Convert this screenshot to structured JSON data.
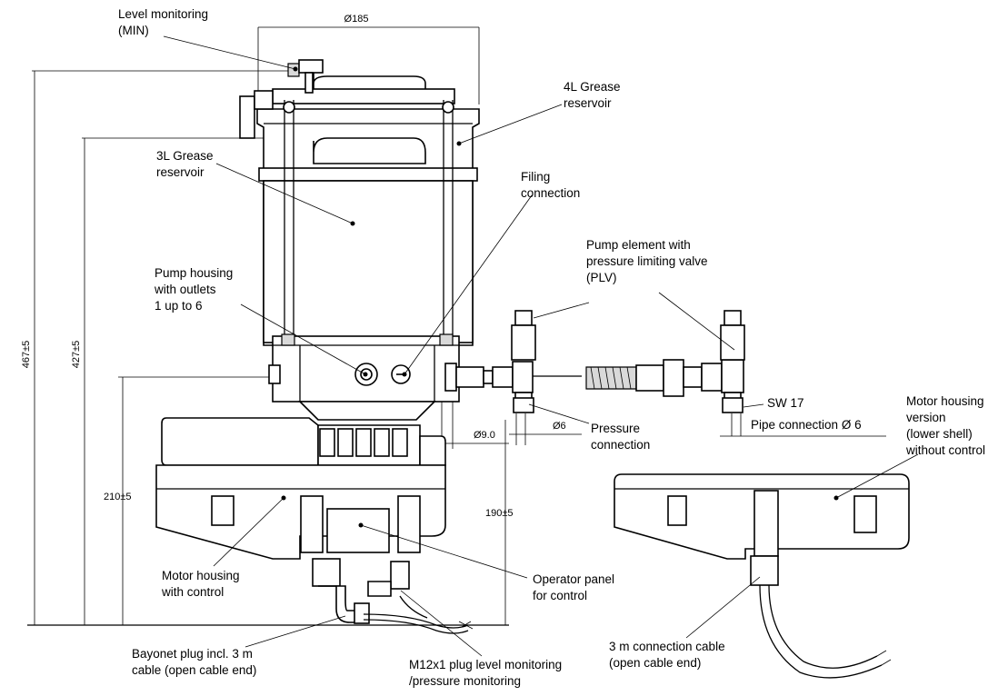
{
  "labels": {
    "level_monitoring": [
      "Level monitoring",
      "(MIN)"
    ],
    "grease_4l": [
      "4L Grease",
      "reservoir"
    ],
    "grease_3l": [
      "3L Grease",
      "reservoir"
    ],
    "filling_connection": [
      "Filing",
      "connection"
    ],
    "pump_element": [
      "Pump element with",
      "pressure limiting valve",
      "(PLV)"
    ],
    "pump_housing": [
      "Pump housing",
      "with outlets",
      "1 up to 6"
    ],
    "pressure_connection": [
      "Pressure",
      "connection"
    ],
    "sw17": "SW 17",
    "pipe_connection": "Pipe connection Ø 6",
    "motor_housing_version": [
      "Motor housing",
      "version",
      "(lower shell)",
      "without control"
    ],
    "motor_housing_control": [
      "Motor housing",
      "with control"
    ],
    "operator_panel": [
      "Operator panel",
      "for control"
    ],
    "bayonet_plug": [
      "Bayonet plug incl. 3 m",
      "cable (open cable end)"
    ],
    "m12_plug": [
      "M12x1 plug level monitoring",
      "/pressure monitoring"
    ],
    "connection_cable": [
      "3 m connection cable",
      "(open cable end)"
    ]
  },
  "dimensions": {
    "d185": "Ø185",
    "h467": "467±5",
    "h427": "427±5",
    "h210": "210±5",
    "h190": "190±5",
    "d9": "Ø9.0",
    "d6": "Ø6"
  }
}
